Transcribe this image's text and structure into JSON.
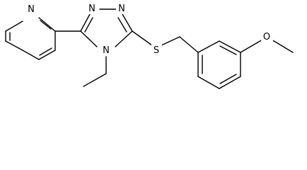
{
  "molecule": {
    "atoms": {
      "pyridine_n": "N",
      "triazole_n1": "N",
      "triazole_n2": "N",
      "triazole_n4": "N",
      "sulfur": "S",
      "oxygen": "O"
    }
  }
}
